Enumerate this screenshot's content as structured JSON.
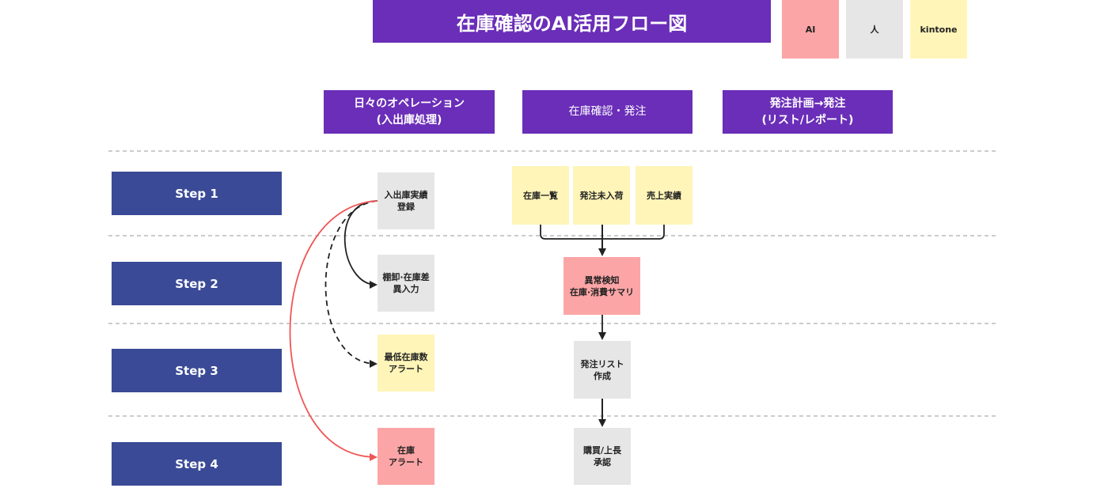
{
  "title": "在庫確認のAI活用フロー図",
  "legend": [
    {
      "label": "AI",
      "color": "#fca5a6"
    },
    {
      "label": "人",
      "color": "#e6e6e6"
    },
    {
      "label": "kintone",
      "color": "#fff5b8"
    }
  ],
  "columns": {
    "ops": "日々のオペレーション\n(入出庫処理)",
    "check": "在庫確認・発注",
    "plan": "発注計画→発注\n(リスト/レポート)"
  },
  "steps": [
    "Step  1",
    "Step 2",
    "Step 3",
    "Step 4"
  ],
  "ops_cards": {
    "entry": "入出庫実績\n登録",
    "inventory": "棚卸·在庫差\n異入力",
    "min_stock": "最低在庫数\nアラート",
    "stock_alert": "在庫\nアラート"
  },
  "check_cards": {
    "stock_list": "在庫一覧",
    "pending": "発注未入荷",
    "sales": "売上実績",
    "anomaly": "異常検知\n在庫·消費サマリ",
    "order_list": "発注リスト\n作成",
    "approval": "購買/上長\n承認"
  }
}
